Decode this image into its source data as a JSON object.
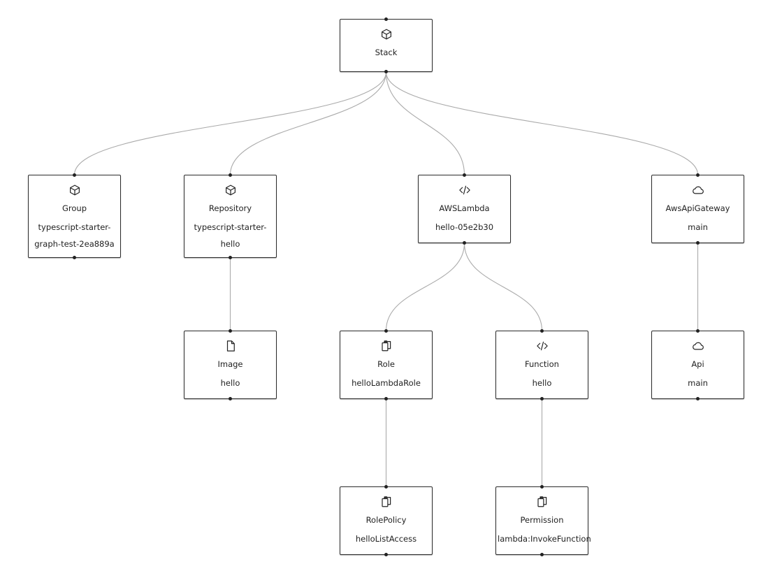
{
  "nodes": [
    {
      "id": "stack",
      "type": "Stack",
      "name": "",
      "icon": "cube-icon"
    },
    {
      "id": "group",
      "type": "Group",
      "name": "typescript-starter-graph-test-2ea889a",
      "icon": "cube-icon"
    },
    {
      "id": "repository",
      "type": "Repository",
      "name": "typescript-starter-hello",
      "icon": "cube-icon"
    },
    {
      "id": "awslambda",
      "type": "AWSLambda",
      "name": "hello-05e2b30",
      "icon": "code-icon"
    },
    {
      "id": "awsapigateway",
      "type": "AwsApiGateway",
      "name": "main",
      "icon": "cloud-icon"
    },
    {
      "id": "image",
      "type": "Image",
      "name": "hello",
      "icon": "file-icon"
    },
    {
      "id": "role",
      "type": "Role",
      "name": "helloLambdaRole",
      "icon": "clipboard-icon"
    },
    {
      "id": "function",
      "type": "Function",
      "name": "hello",
      "icon": "code-icon"
    },
    {
      "id": "api",
      "type": "Api",
      "name": "main",
      "icon": "cloud-icon"
    },
    {
      "id": "rolepolicy",
      "type": "RolePolicy",
      "name": "helloListAccess",
      "icon": "clipboard-icon"
    },
    {
      "id": "permission",
      "type": "Permission",
      "name": "lambda:InvokeFunction",
      "icon": "clipboard-icon"
    }
  ],
  "edges": [
    {
      "from": "stack",
      "to": "group"
    },
    {
      "from": "stack",
      "to": "repository"
    },
    {
      "from": "stack",
      "to": "awslambda"
    },
    {
      "from": "stack",
      "to": "awsapigateway"
    },
    {
      "from": "repository",
      "to": "image"
    },
    {
      "from": "awslambda",
      "to": "role"
    },
    {
      "from": "awslambda",
      "to": "function"
    },
    {
      "from": "awsapigateway",
      "to": "api"
    },
    {
      "from": "role",
      "to": "rolepolicy"
    },
    {
      "from": "function",
      "to": "permission"
    }
  ]
}
